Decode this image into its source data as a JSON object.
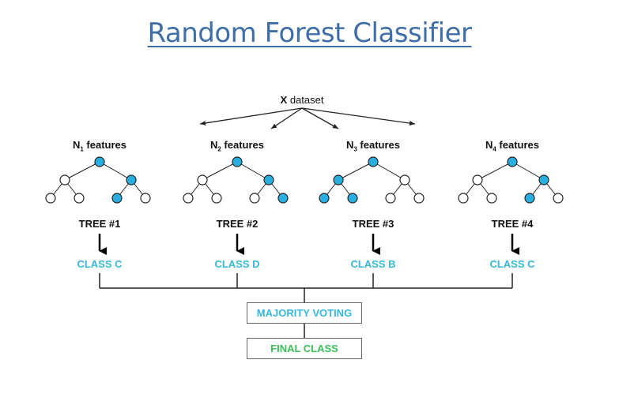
{
  "title": "Random Forest Classifier",
  "dataset": {
    "bold": "X",
    "rest": " dataset"
  },
  "trees": [
    {
      "feat_n": "N",
      "feat_sub": "1",
      "feat_text": " features",
      "tree": "TREE #1",
      "class": "CLASS C",
      "highlight": [
        0,
        2,
        5
      ]
    },
    {
      "feat_n": "N",
      "feat_sub": "2",
      "feat_text": " features",
      "tree": "TREE #2",
      "class": "CLASS D",
      "highlight": [
        0,
        2,
        6
      ]
    },
    {
      "feat_n": "N",
      "feat_sub": "3",
      "feat_text": " features",
      "tree": "TREE #3",
      "class": "CLASS B",
      "highlight": [
        0,
        1,
        3,
        4
      ]
    },
    {
      "feat_n": "N",
      "feat_sub": "4",
      "feat_text": " features",
      "tree": "TREE #4",
      "class": "CLASS C",
      "highlight": [
        0,
        2,
        5
      ]
    }
  ],
  "majority_voting": "MAJORITY VOTING",
  "final_class": "FINAL CLASS",
  "colors": {
    "highlight": "#29aee0",
    "node_outline": "#222222",
    "title": "#3f6ea8",
    "class_text": "#35b8dc",
    "final_text": "#3cbf5a"
  }
}
